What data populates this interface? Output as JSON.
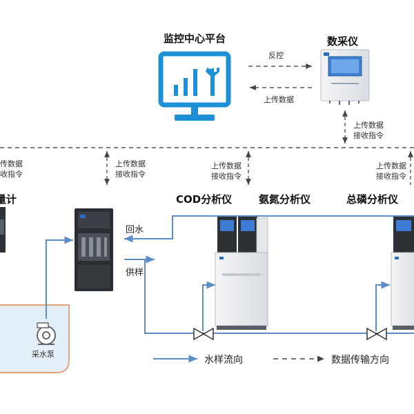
{
  "platform": {
    "title": "监控中心平台"
  },
  "daq": {
    "title": "数采仪"
  },
  "links": {
    "feedback": "反控",
    "upload": "上传数据",
    "daq_bus": [
      "上传数据",
      "接收指令"
    ],
    "left_bus": [
      "传数据",
      "收指令"
    ],
    "sampler_bus": [
      "上传数据",
      "接收指令"
    ],
    "cod_bus": [
      "上传数据",
      "接收指令"
    ],
    "tp_bus": [
      "上传数据",
      "接收指令"
    ]
  },
  "instruments": {
    "left_partial": "量计",
    "cod": "COD分析仪",
    "ammonia": "氨氮分析仪",
    "tp": "总磷分析仪"
  },
  "flows": {
    "return": "回水",
    "supply": "供样"
  },
  "pump": {
    "label": "采水泵"
  },
  "legend": {
    "water": "水样流向",
    "data": "数据传输方向"
  },
  "colors": {
    "water_line": "#5b8cc8",
    "monitor": "#1e90d8",
    "tank": "#e8a27a",
    "dashed": "#555555"
  }
}
